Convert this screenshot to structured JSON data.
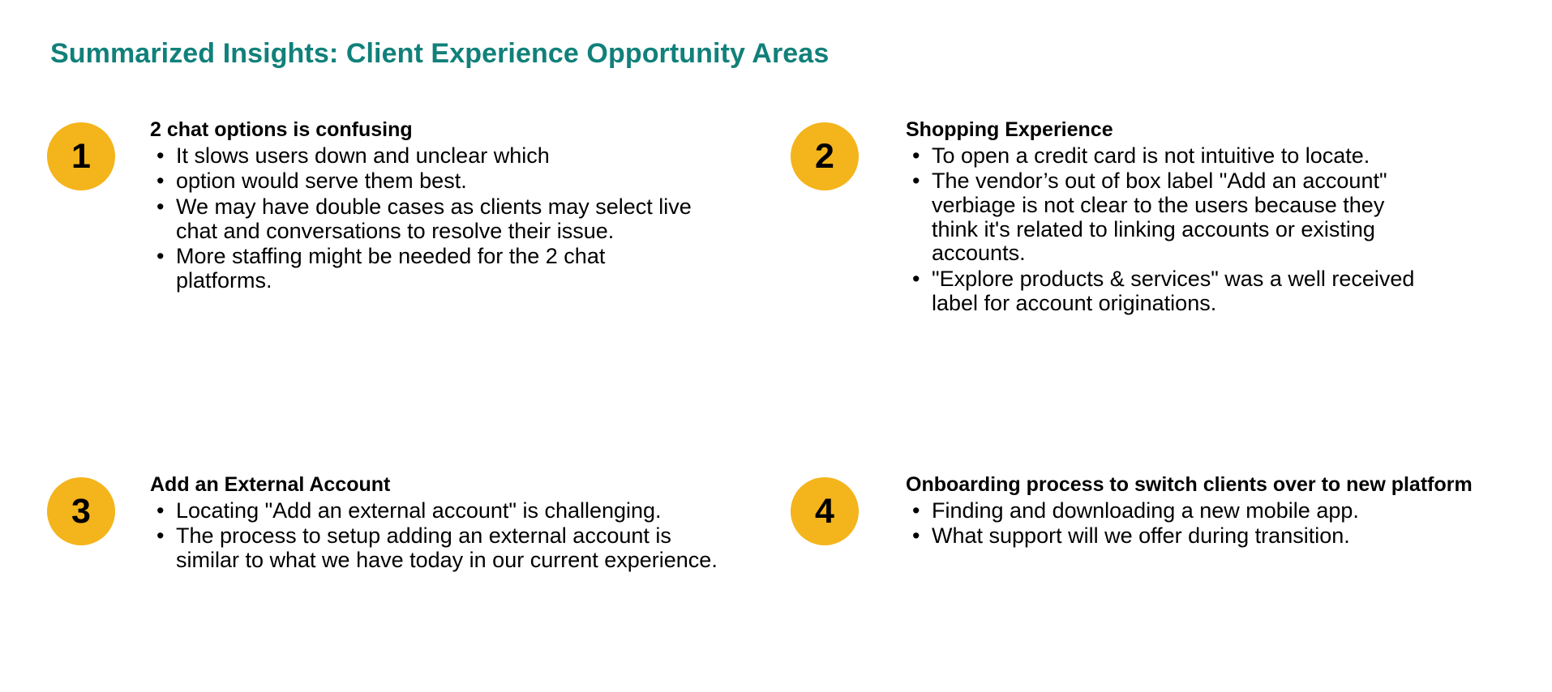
{
  "slide": {
    "title": "Summarized Insights: Client Experience Opportunity Areas",
    "title_color": "#11807a",
    "badge_color": "#f4b41b",
    "background_color": "#ffffff",
    "bullet_glyph": "•"
  },
  "insights": [
    {
      "number": "1",
      "heading": "2 chat options is confusing",
      "bullets": [
        "It slows users down and unclear which",
        "option would serve them best.",
        "We may have double cases as clients may select live chat and conversations to resolve their issue.",
        "More staffing might be needed for the 2 chat platforms."
      ]
    },
    {
      "number": "2",
      "heading": "Shopping Experience",
      "bullets": [
        "To open a credit card is not intuitive to locate.",
        "The vendor’s out of box label \"Add an account\" verbiage is not clear to the users because they think it's related to linking accounts or existing accounts.",
        "\"Explore products & services\" was a well received label for account originations."
      ]
    },
    {
      "number": "3",
      "heading": "Add an External Account",
      "bullets": [
        "Locating \"Add an external account\" is challenging.",
        "The process to setup adding an external account is similar to what we have today in our current experience."
      ]
    },
    {
      "number": "4",
      "heading": "Onboarding process to switch clients over to new platform",
      "bullets": [
        "Finding and downloading a new mobile app.",
        "What support will we offer during transition."
      ]
    }
  ]
}
